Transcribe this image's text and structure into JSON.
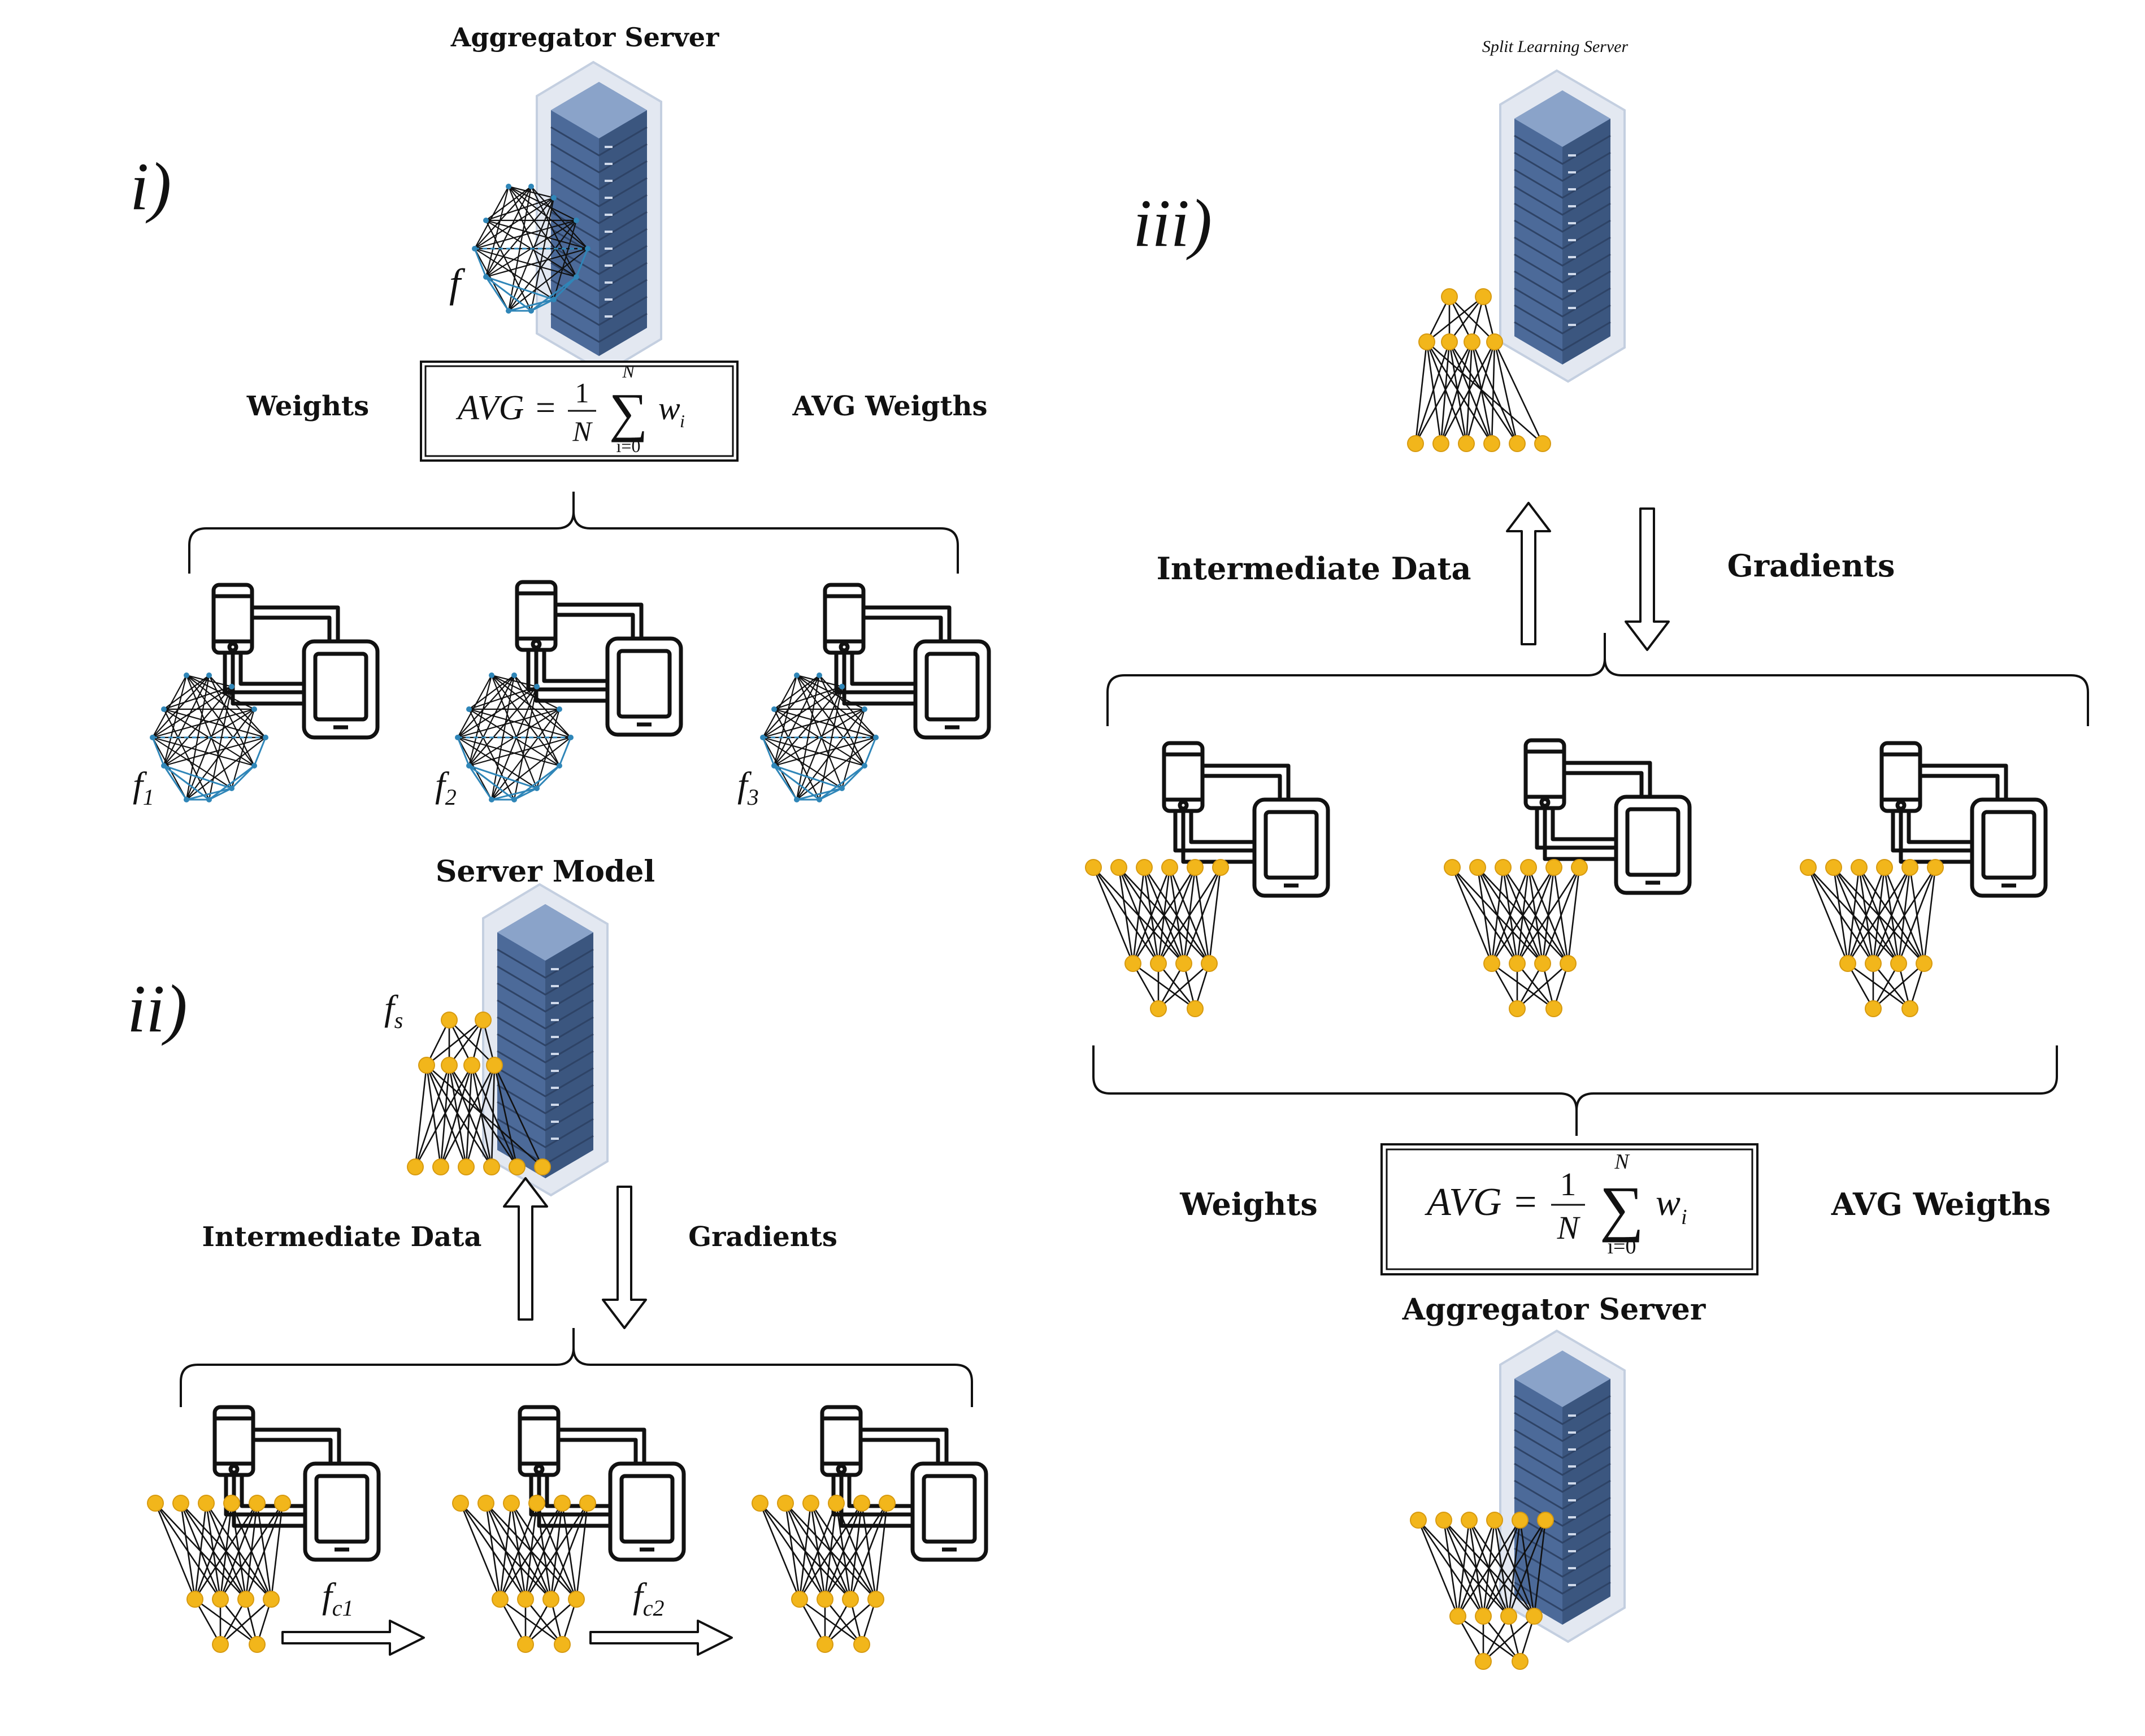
{
  "panel_i": {
    "label": "i)",
    "server_title": "Aggregator Server",
    "server_model_symbol": "f",
    "left_label": "Weights",
    "right_label": "AVG Weigths",
    "formula": {
      "lhs": "AVG",
      "frac_num": "1",
      "frac_den": "N",
      "sum_top": "N",
      "sum_bottom": "i=0",
      "term": "w",
      "term_sub": "i"
    },
    "clients": [
      {
        "symbol": "f",
        "sub": "1"
      },
      {
        "symbol": "f",
        "sub": "2"
      },
      {
        "symbol": "f",
        "sub": "3"
      }
    ]
  },
  "panel_ii": {
    "label": "ii)",
    "server_title": "Server Model",
    "server_model_symbol": "f",
    "server_model_sub": "s",
    "up_label": "Intermediate Data",
    "down_label": "Gradients",
    "transfers": [
      {
        "symbol": "f",
        "sub": "c1"
      },
      {
        "symbol": "f",
        "sub": "c2"
      }
    ]
  },
  "panel_iii": {
    "label": "iii)",
    "server_title": "Split Learning Server",
    "up_label": "Intermediate Data",
    "down_label": "Gradients",
    "left_label": "Weights",
    "right_label": "AVG Weigths",
    "formula": {
      "lhs": "AVG",
      "frac_num": "1",
      "frac_den": "N",
      "sum_top": "N",
      "sum_bottom": "i=0",
      "term": "w",
      "term_sub": "i"
    },
    "aggregator_title": "Aggregator Server"
  },
  "colors": {
    "node": "#f2b61b",
    "node_stroke": "#d79a10",
    "server_face": "#5f7fae",
    "server_dark": "#3e5a86",
    "server_light": "#8aa3c9",
    "server_halo": "#dfe5ef",
    "dense_edge_blue": "#2f86b8",
    "ink": "#111111"
  }
}
